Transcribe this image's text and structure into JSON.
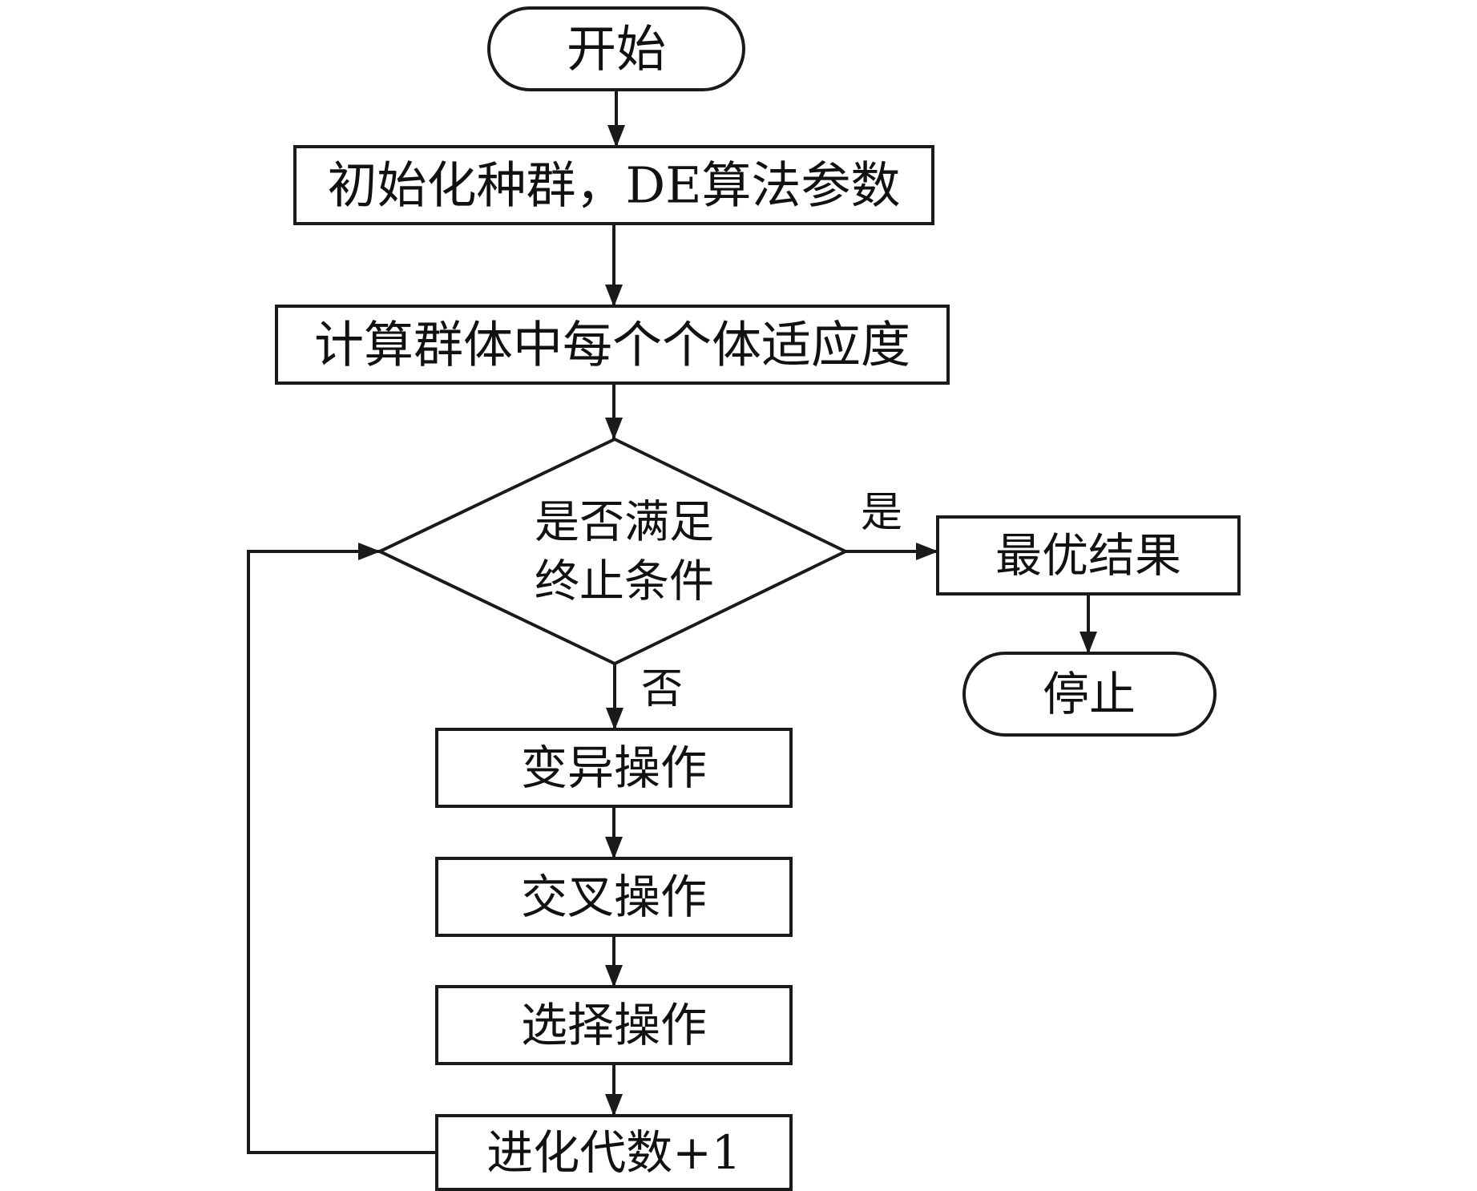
{
  "nodes": {
    "start": "开始",
    "init": "初始化种群，DE算法参数",
    "fitness": "计算群体中每个个体适应度",
    "decision_line1": "是否满足",
    "decision_line2": "终止条件",
    "best": "最优结果",
    "stop": "停止",
    "mutation": "变异操作",
    "crossover": "交叉操作",
    "selection": "选择操作",
    "generation": "进化代数+1"
  },
  "edge_labels": {
    "yes": "是",
    "no": "否"
  }
}
